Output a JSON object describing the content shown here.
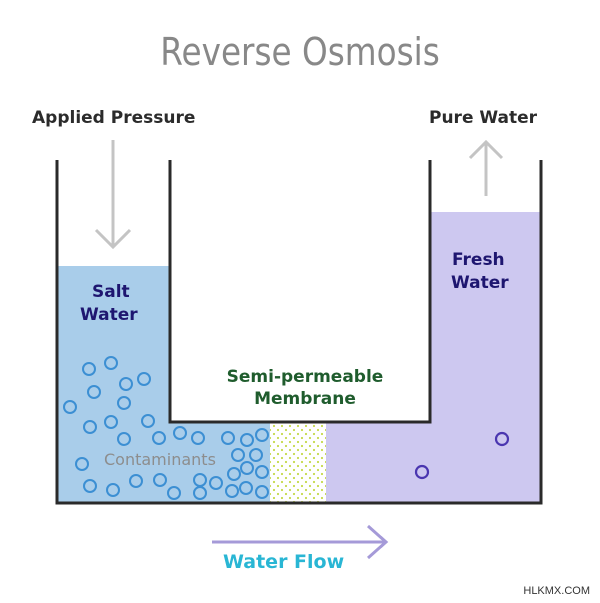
{
  "title": "Reverse Osmosis",
  "labels": {
    "applied_pressure": "Applied Pressure",
    "pure_water": "Pure Water",
    "salt_water_line1": "Salt",
    "salt_water_line2": "Water",
    "fresh_water_line1": "Fresh",
    "fresh_water_line2": "Water",
    "membrane_line1": "Semi-permeable",
    "membrane_line2": "Membrane",
    "contaminants": "Contaminants",
    "water_flow": "Water Flow"
  },
  "credit": "HLKMX.COM",
  "colors": {
    "salt_water": "#a9cdea",
    "fresh_water": "#cdc8f0",
    "particle_blue": "#3c8fd3",
    "particle_purple": "#4a36b0",
    "membrane_dots": "#c5d94a",
    "arrow_gray": "#c4c4c4",
    "flow_arrow": "#a59ad8",
    "flow_text": "#29b6d4"
  },
  "icons": {
    "pressure_arrow": "arrow-down-icon",
    "pure_water_arrow": "arrow-up-icon",
    "flow_arrow": "arrow-right-icon"
  }
}
